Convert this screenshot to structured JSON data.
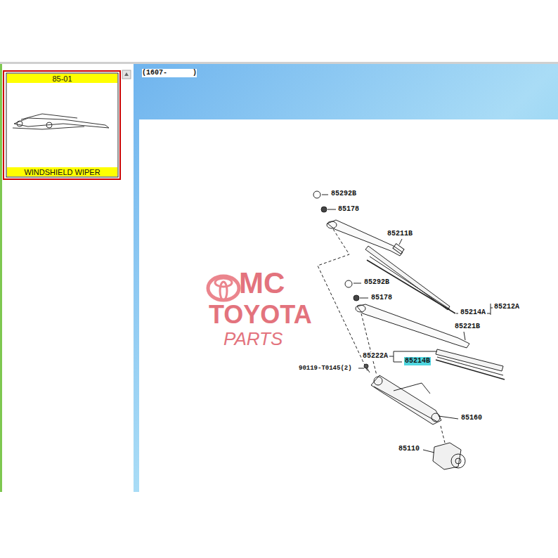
{
  "diagram": {
    "nodes": [
      {
        "text": [
          "85-01"
        ]
      },
      {
        "text": [
          "WINDSHIELD WIPER"
        ]
      }
    ],
    "labels": [
      "(1607-      )",
      "85292B",
      "85178",
      "85211B",
      "85292B",
      "85178",
      "85214A",
      "85212A",
      "85221B",
      "85222A",
      "85214B",
      "90119-T0145(2)",
      "85160",
      "85110",
      "MC",
      "TOYOTA",
      "PARTS"
    ]
  }
}
